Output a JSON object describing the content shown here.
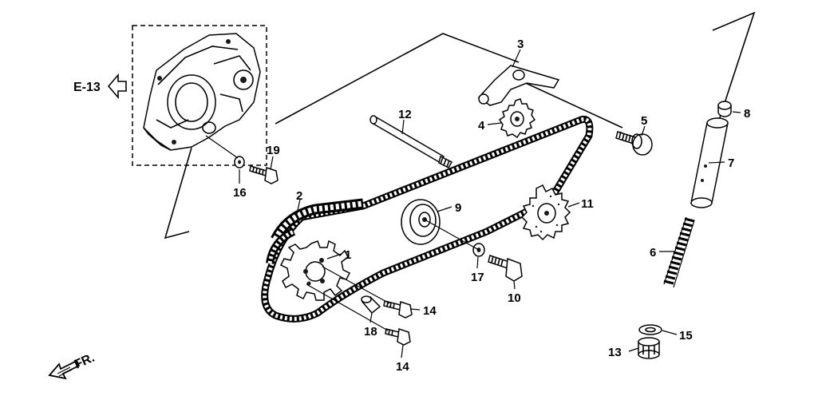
{
  "reference_label": "E-13",
  "front_label": "FR.",
  "callouts": {
    "c1": "1",
    "c2": "2",
    "c3": "3",
    "c4": "4",
    "c5": "5",
    "c6": "6",
    "c7": "7",
    "c8": "8",
    "c9": "9",
    "c10": "10",
    "c11": "11",
    "c12": "12",
    "c13": "13",
    "c14a": "14",
    "c14b": "14",
    "c15": "15",
    "c16": "16",
    "c17": "17",
    "c18": "18",
    "c19": "19"
  },
  "icons": {
    "reference_arrow": "hollow-left-arrow-icon",
    "front_arrow": "striped-front-arrow-icon"
  }
}
